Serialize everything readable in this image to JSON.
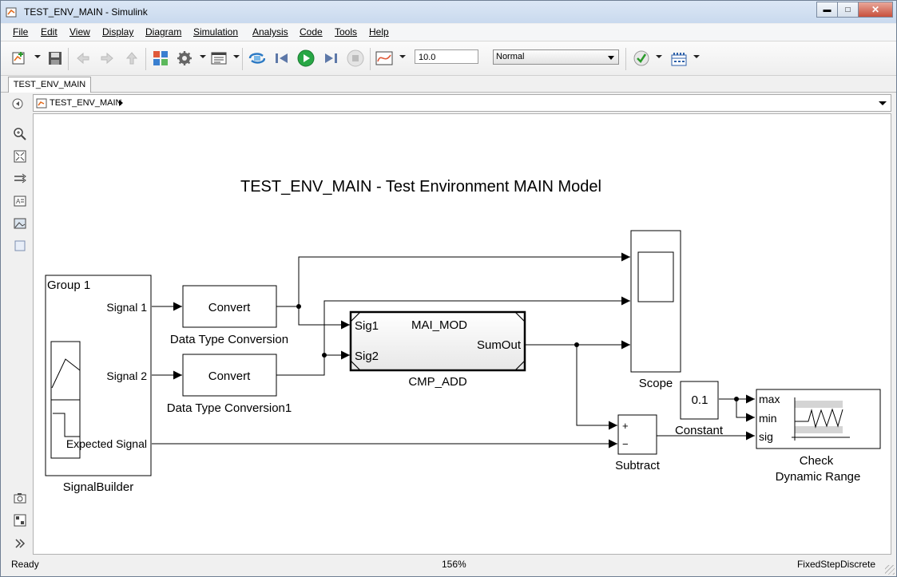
{
  "window": {
    "title": "TEST_ENV_MAIN - Simulink"
  },
  "menu": [
    "File",
    "Edit",
    "View",
    "Display",
    "Diagram",
    "Simulation",
    "Analysis",
    "Code",
    "Tools",
    "Help"
  ],
  "toolbar": {
    "stop_time": "10.0",
    "sim_mode": "Normal"
  },
  "tabs": [
    {
      "label": "TEST_ENV_MAIN"
    }
  ],
  "breadcrumb": {
    "model": "TEST_ENV_MAIN"
  },
  "diagram": {
    "title": "TEST_ENV_MAIN - Test Environment MAIN Model",
    "signal_builder": {
      "group": "Group 1",
      "out1": "Signal 1",
      "out2": "Signal 2",
      "out3": "Expected Signal",
      "name": "SignalBuilder"
    },
    "convert1": {
      "text": "Convert",
      "name": "Data Type Conversion"
    },
    "convert2": {
      "text": "Convert",
      "name": "Data Type Conversion1"
    },
    "cmp_add": {
      "text": "MAI_MOD",
      "in1": "Sig1",
      "in2": "Sig2",
      "out": "SumOut",
      "name": "CMP_ADD"
    },
    "scope": {
      "name": "Scope"
    },
    "constant": {
      "value": "0.1",
      "name": "Constant"
    },
    "subtract": {
      "plus": "+",
      "minus": "−",
      "name": "Subtract"
    },
    "check": {
      "in1": "max",
      "in2": "min",
      "in3": "sig",
      "name_line1": "Check",
      "name_line2": "Dynamic Range"
    }
  },
  "status": {
    "left": "Ready",
    "zoom": "156%",
    "solver": "FixedStepDiscrete"
  },
  "colors": {
    "accent_green": "#28a745",
    "window_frame": "#c9d9ee",
    "close_button": "#c7503c"
  }
}
